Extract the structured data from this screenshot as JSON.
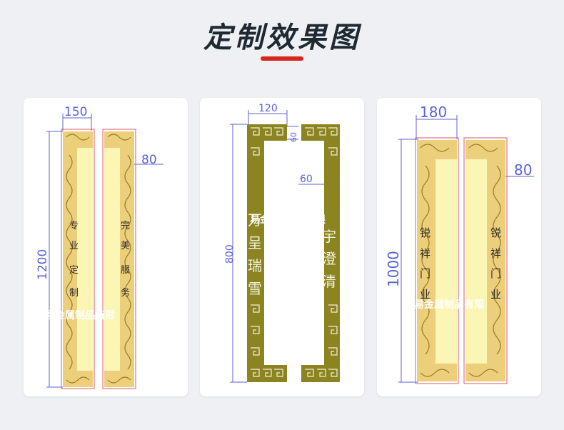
{
  "page": {
    "title": "定制效果图",
    "accent": "#d8261c",
    "title_color": "#1e2a33"
  },
  "cards": [
    {
      "dims": {
        "width": "150",
        "bar": "80",
        "height": "1200"
      },
      "left_text": [
        "专",
        "业",
        "定",
        "制"
      ],
      "right_text": [
        "完",
        "美",
        "服",
        "务"
      ],
      "watermark": "易金属制品有限"
    },
    {
      "dims": {
        "width": "120",
        "top": "60",
        "bar": "60",
        "height": "800"
      },
      "left_text": [
        "万",
        "呈",
        "瑞",
        "雪"
      ],
      "right_text": [
        "宇",
        "澄",
        "清"
      ],
      "watermark_left": "易金",
      "watermark_right": "有限"
    },
    {
      "dims": {
        "width": "180",
        "bar": "80",
        "height": "1000"
      },
      "left_text": [
        "锐",
        "祥",
        "门",
        "业"
      ],
      "right_text": [
        "锐",
        "祥",
        "门",
        "业"
      ],
      "watermark": "易金属制品有限"
    }
  ]
}
